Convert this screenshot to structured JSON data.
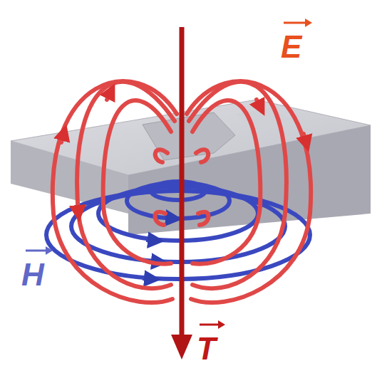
{
  "diagram": {
    "labels": [
      "E",
      "H",
      "T"
    ]
  }
}
